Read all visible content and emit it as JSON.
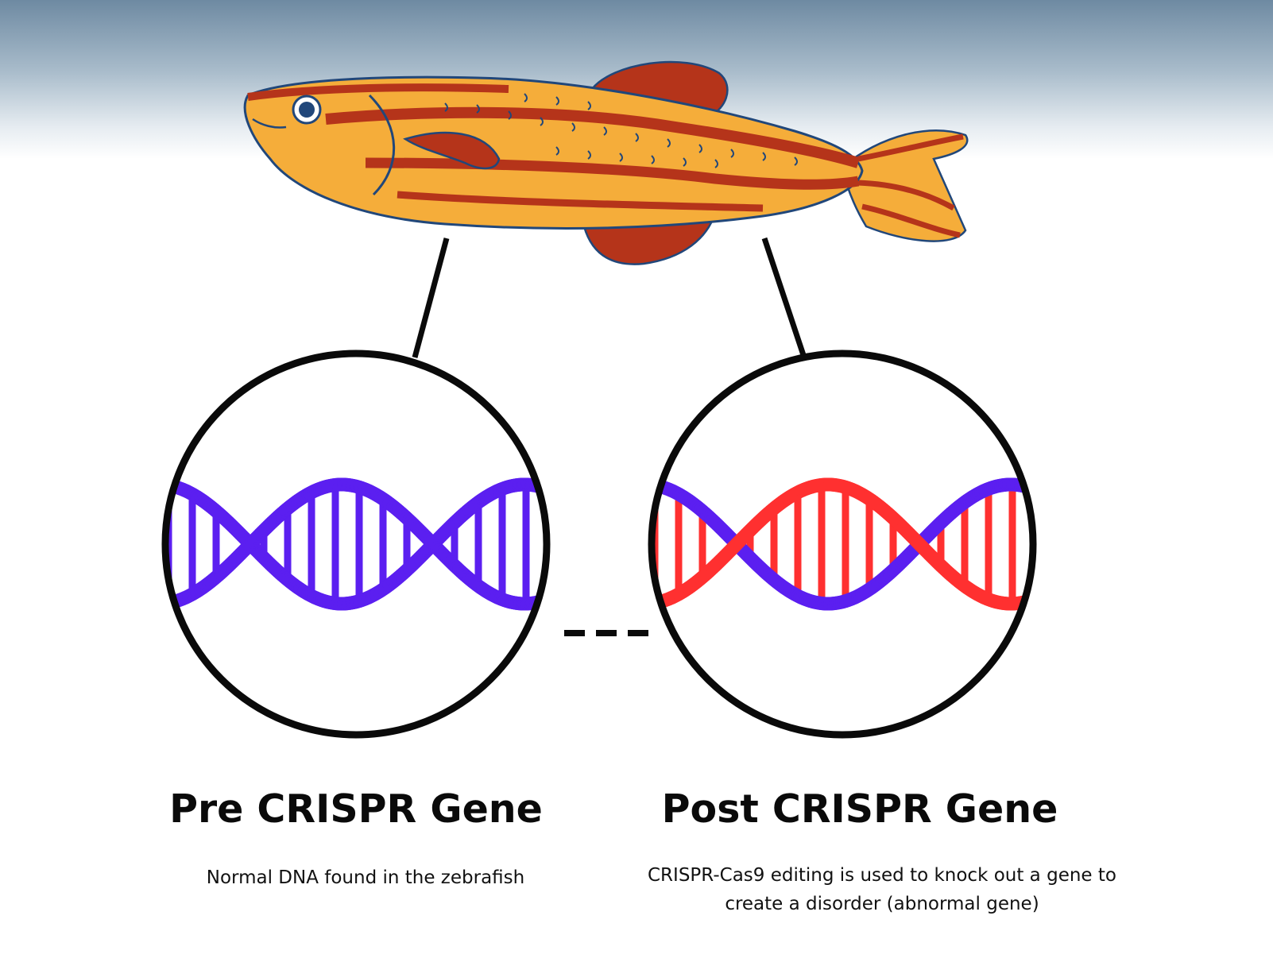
{
  "colors": {
    "normal_strand": "#5b1ff0",
    "edited_strand": "#ff3030",
    "outline": "#0a0a0a",
    "fish_body": "#f5ad3a",
    "fish_stripe": "#b5341a",
    "fish_outline": "#21477a"
  },
  "icons": {
    "organism": "zebrafish-illustration",
    "normal_dna": "dna-double-helix-icon",
    "edited_dna": "edited-dna-double-helix-icon"
  },
  "left": {
    "title": "Pre CRISPR Gene",
    "description": "Normal DNA found in the zebrafish"
  },
  "right": {
    "title": "Post CRISPR Gene",
    "description_line1": "CRISPR-Cas9 editing is used to knock out a gene to",
    "description_line2": "create a disorder (abnormal gene)"
  }
}
